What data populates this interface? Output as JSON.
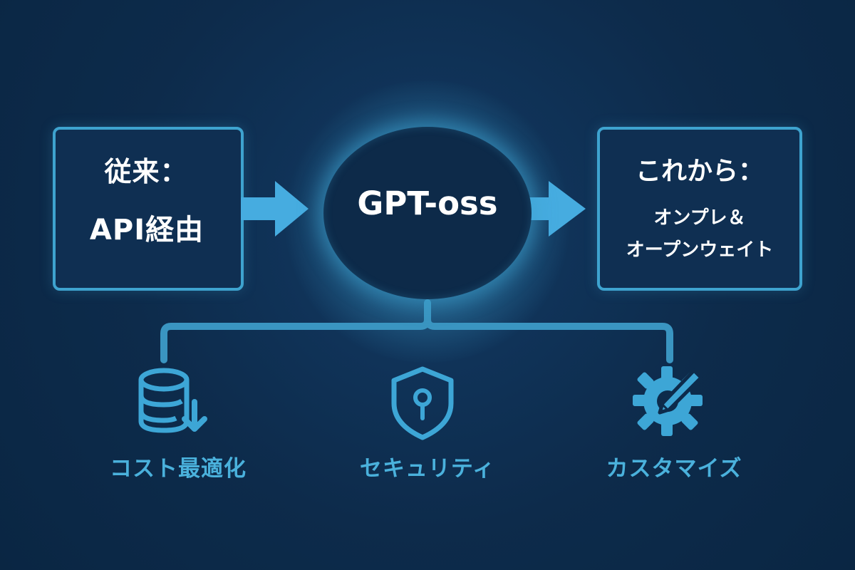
{
  "diagram": {
    "left_box": {
      "title": "従来：",
      "subtitle": "API経由"
    },
    "center_node": {
      "title": "GPT-oss"
    },
    "right_box": {
      "title": "これから：",
      "line1": "オンプレ＆",
      "line2": "オープンウェイト"
    },
    "features": [
      {
        "label": "コスト最適化",
        "icon": "database-download-icon"
      },
      {
        "label": "セキュリティ",
        "icon": "shield-keyhole-icon"
      },
      {
        "label": "カスタマイズ",
        "icon": "gear-pencil-icon"
      }
    ]
  },
  "colors": {
    "background": "#0e2d4d",
    "accent": "#3ea3cf",
    "accent_light": "#4ab1dc",
    "text": "#ffffff"
  }
}
